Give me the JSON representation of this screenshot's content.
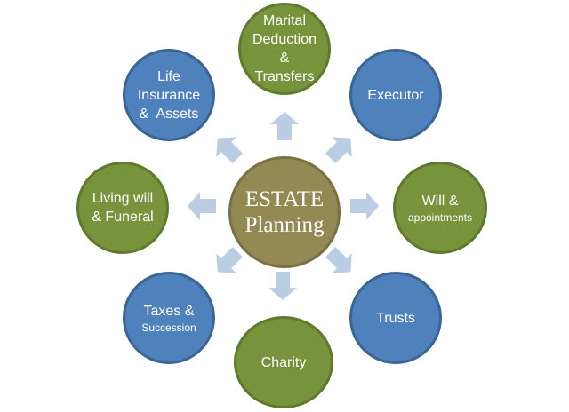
{
  "center": {
    "lines": [
      "ESTATE",
      "Planning"
    ]
  },
  "nodes": {
    "marital": {
      "lines": [
        "Marital",
        "Deduction",
        "&",
        "Transfers"
      ]
    },
    "executor": {
      "lines": [
        "Executor"
      ]
    },
    "will": {
      "line1": "Will &",
      "line2": "appointments"
    },
    "trusts": {
      "lines": [
        "Trusts"
      ]
    },
    "charity": {
      "lines": [
        "Charity"
      ]
    },
    "taxes": {
      "line1": "Taxes &",
      "line2": "Succession"
    },
    "living": {
      "lines": [
        "Living will",
        "& Funeral"
      ]
    },
    "life": {
      "lines": [
        "Life",
        "Insurance",
        "&  Assets"
      ]
    }
  },
  "colors": {
    "blue": "#4f81bd",
    "green": "#77933c",
    "center": "#938953",
    "arrow": "#b9cde5"
  }
}
